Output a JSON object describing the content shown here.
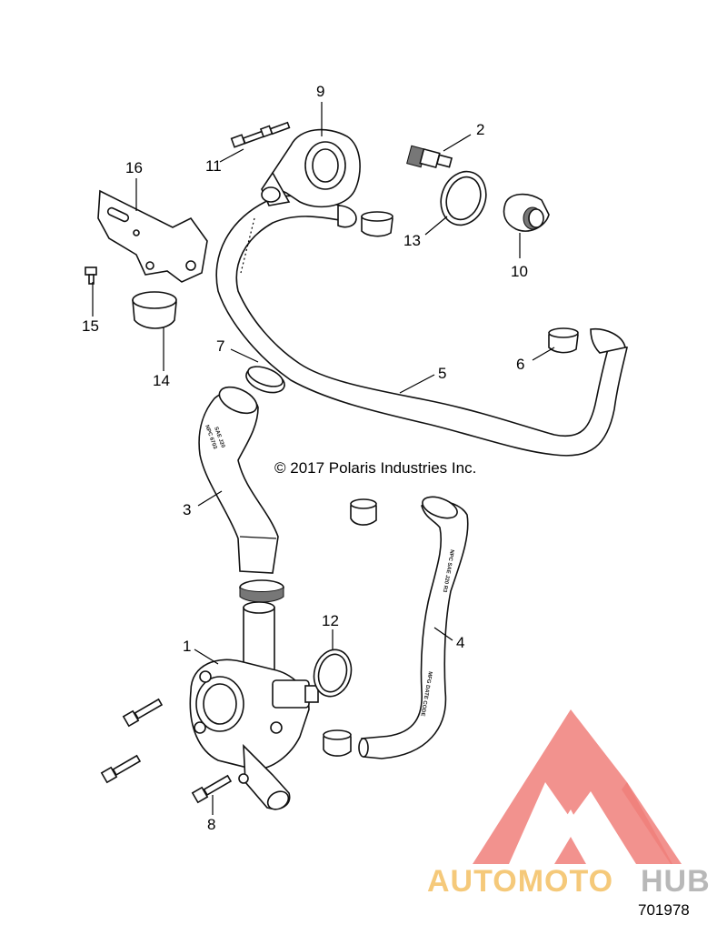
{
  "diagram": {
    "copyright": "© 2017 Polaris Industries Inc.",
    "document_number": "701978",
    "callouts": [
      {
        "id": "1",
        "label": "1"
      },
      {
        "id": "2",
        "label": "2"
      },
      {
        "id": "3",
        "label": "3"
      },
      {
        "id": "4",
        "label": "4"
      },
      {
        "id": "5",
        "label": "5"
      },
      {
        "id": "6",
        "label": "6"
      },
      {
        "id": "7",
        "label": "7"
      },
      {
        "id": "8",
        "label": "8"
      },
      {
        "id": "9",
        "label": "9"
      },
      {
        "id": "10",
        "label": "10"
      },
      {
        "id": "11",
        "label": "11"
      },
      {
        "id": "12",
        "label": "12"
      },
      {
        "id": "13",
        "label": "13"
      },
      {
        "id": "14",
        "label": "14"
      },
      {
        "id": "15",
        "label": "15"
      },
      {
        "id": "16",
        "label": "16"
      }
    ]
  },
  "watermark": {
    "text_part1": "AUTOMOTO",
    "text_part2": "HUB",
    "color_triangle": "#f07f7a",
    "color_part1": "#f5c97a",
    "color_part2": "#b8b8b8"
  }
}
